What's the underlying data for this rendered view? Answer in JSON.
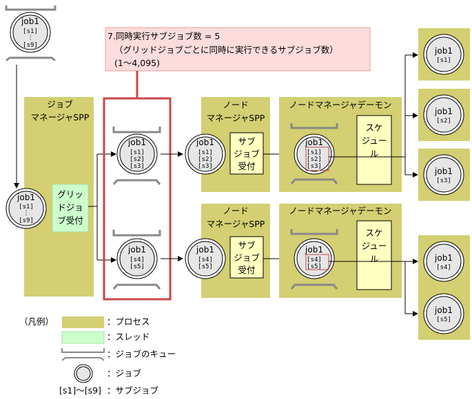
{
  "job": {
    "name": "job1",
    "all": [
      "[s1]",
      "⋮",
      "[s9]"
    ],
    "upper": [
      "[s1]",
      "[s2]",
      "[s3]"
    ],
    "lower": [
      "[s4]",
      "[s5]"
    ],
    "out": [
      "[s1]",
      "[s2]",
      "[s3]",
      "[s4]",
      "[s5]"
    ]
  },
  "note": {
    "line1": "7.同時実行サブジョブ数 = 5",
    "line2": "（グリッドジョブごとに同時に実行できるサブジョブ数）",
    "line3": "(1～4,095)"
  },
  "job_manager": {
    "line1": "ジョブ",
    "line2": "マネージャSPP"
  },
  "grid_receive": {
    "line1": "グリッ",
    "line2": "ドジョ",
    "line3": "ブ受付"
  },
  "node_manager": {
    "line1": "ノード",
    "line2": "マネージャSPP"
  },
  "sub_receive": {
    "line1": "サブ",
    "line2": "ジョブ",
    "line3": "受付"
  },
  "daemon": {
    "title": "ノードマネージャデーモン"
  },
  "scheduler": {
    "line1": "スケ",
    "line2": "ジュー",
    "line3": "ル"
  },
  "legend": {
    "title": "（凡例）",
    "process": "：プロセス",
    "thread": "：スレッド",
    "queue": "：ジョブのキュー",
    "job": "：ジョブ",
    "subjob_key": "[s1]～[s9]",
    "subjob": "：サブジョブ"
  },
  "colors": {
    "process": "#d3cf72",
    "thread": "#ccffcc",
    "note_bg": "#fcdcdc",
    "highlight": "#c84646"
  }
}
